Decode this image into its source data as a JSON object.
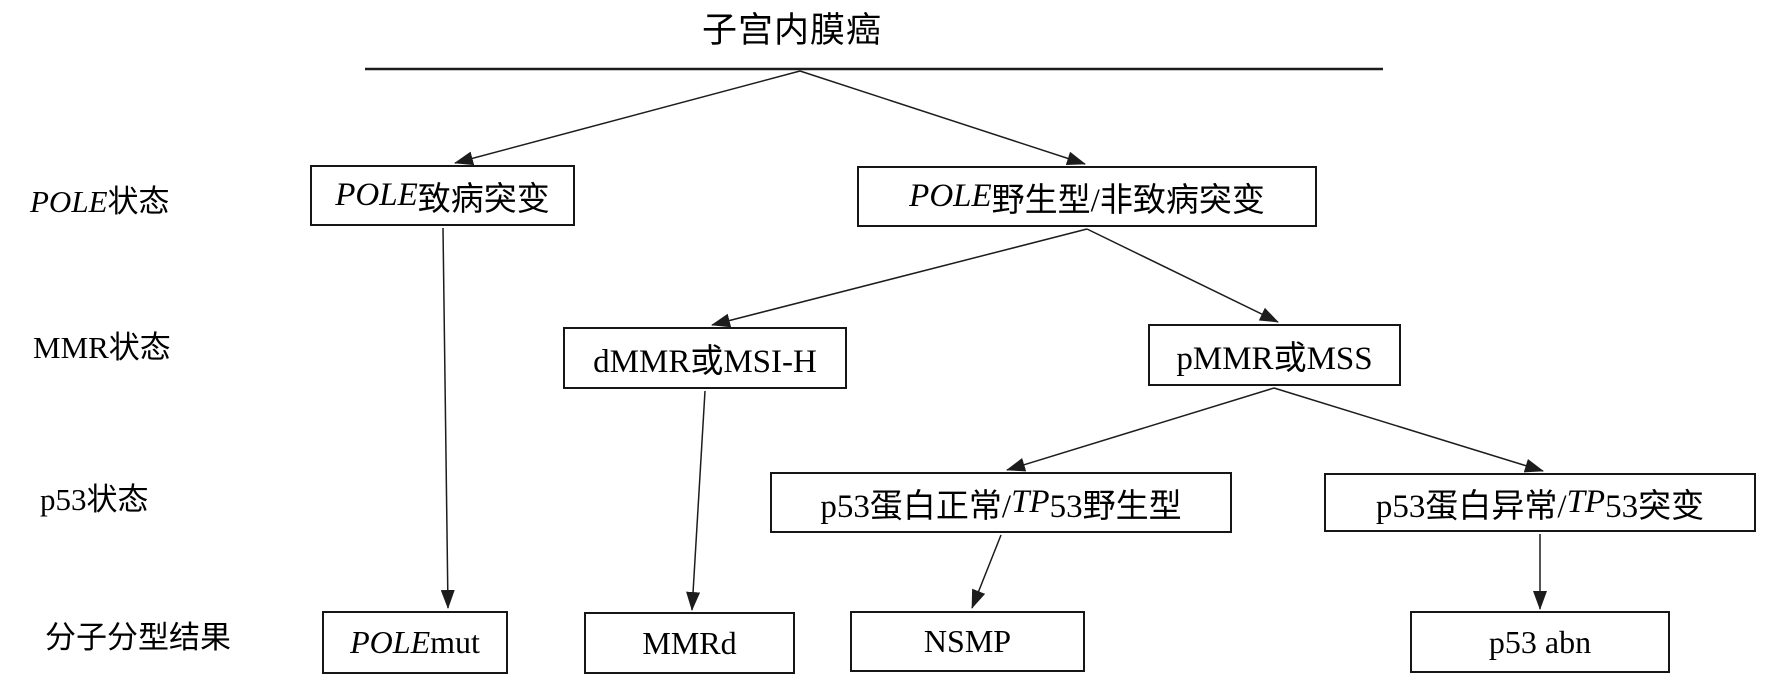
{
  "title": {
    "text": "子宫内膜癌"
  },
  "row_labels": {
    "pole": {
      "parts": [
        {
          "t": "POLE",
          "italic": true
        },
        {
          "t": "状态"
        }
      ]
    },
    "mmr": {
      "parts": [
        {
          "t": "MMR状态"
        }
      ]
    },
    "p53": {
      "parts": [
        {
          "t": "p53状态"
        }
      ]
    },
    "result": {
      "parts": [
        {
          "t": "分子分型结果"
        }
      ]
    }
  },
  "boxes": {
    "pole_pathogenic": {
      "parts": [
        {
          "t": "POLE",
          "italic": true
        },
        {
          "t": "致病突变"
        }
      ]
    },
    "pole_wildtype": {
      "parts": [
        {
          "t": "POLE",
          "italic": true
        },
        {
          "t": "野生型/非致病突变"
        }
      ]
    },
    "dmmr_msih": {
      "parts": [
        {
          "t": "dMMR或MSI-H"
        }
      ]
    },
    "pmmr_mss": {
      "parts": [
        {
          "t": "pMMR或MSS"
        }
      ]
    },
    "p53_normal": {
      "parts": [
        {
          "t": "p53蛋白正常/"
        },
        {
          "t": "TP",
          "italic": true
        },
        {
          "t": "53野生型"
        }
      ]
    },
    "p53_abnormal": {
      "parts": [
        {
          "t": "p53蛋白异常/"
        },
        {
          "t": "TP",
          "italic": true
        },
        {
          "t": "53突变"
        }
      ]
    },
    "result_pole_mut": {
      "parts": [
        {
          "t": "POLE",
          "italic": true
        },
        {
          "t": " mut"
        }
      ]
    },
    "result_mmrd": {
      "parts": [
        {
          "t": "MMRd"
        }
      ]
    },
    "result_nsmp": {
      "parts": [
        {
          "t": "NSMP"
        }
      ]
    },
    "result_p53_abn": {
      "parts": [
        {
          "t": "p53 abn"
        }
      ]
    }
  },
  "colors": {
    "background": "#ffffff",
    "line": "#1c1c1c",
    "text": "#000000"
  }
}
